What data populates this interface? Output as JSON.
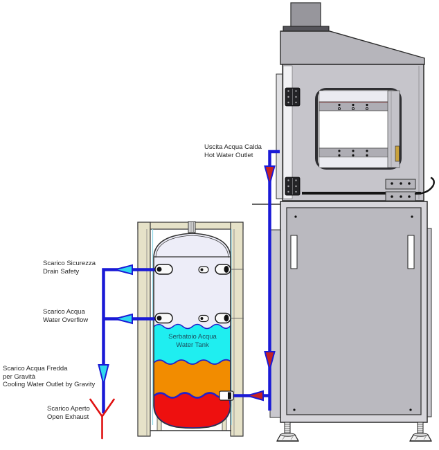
{
  "figure": {
    "kind": "technical piping diagram",
    "subject": "wood stove / boiler connected to a water tank with drain and overflow piping"
  },
  "labels": {
    "hot_water_outlet": {
      "line1": "Uscita Acqua Calda",
      "line2": "Hot Water Outlet"
    },
    "drain_safety": {
      "line1": "Scarico Sicurezza",
      "line2": "Drain Safety"
    },
    "water_overflow": {
      "line1": "Scarico Acqua",
      "line2": "Water Overflow"
    },
    "cooling_water_gravity": {
      "line1": "Scarico Acqua Fredda",
      "line2": "per Gravità",
      "line3": "Cooling Water Outlet by Gravity"
    },
    "open_exhaust": {
      "line1": "Scarico Aperto",
      "line2": "Open Exhaust"
    },
    "water_tank": {
      "line1": "Serbatoio Acqua",
      "line2": "Water Tank"
    }
  },
  "colors": {
    "pipe_blue": "#1a1ad6",
    "hot_flow_arrow": "#c62222",
    "cold_flow_arrow": "#2ed9ee",
    "water_cold_cyan": "#1feef0",
    "water_warm_orange": "#f28c00",
    "water_hot_red": "#ee100f",
    "exhaust_symbol_red": "#e01212",
    "enclosure_beige": "#e6e2c8",
    "stove_body_gray": "#c6c5cb",
    "cabinet_gray": "#b9b8be",
    "door_handle_yellow": "#c9a23c",
    "tank_label_teal": "#1c4e5e"
  },
  "icons": {
    "open_exhaust_symbol": "y-funnel-icon",
    "flow_direction": "triangle-arrow-icon",
    "hinge": "hinge-icon",
    "door_handle": "hook-handle-icon"
  }
}
